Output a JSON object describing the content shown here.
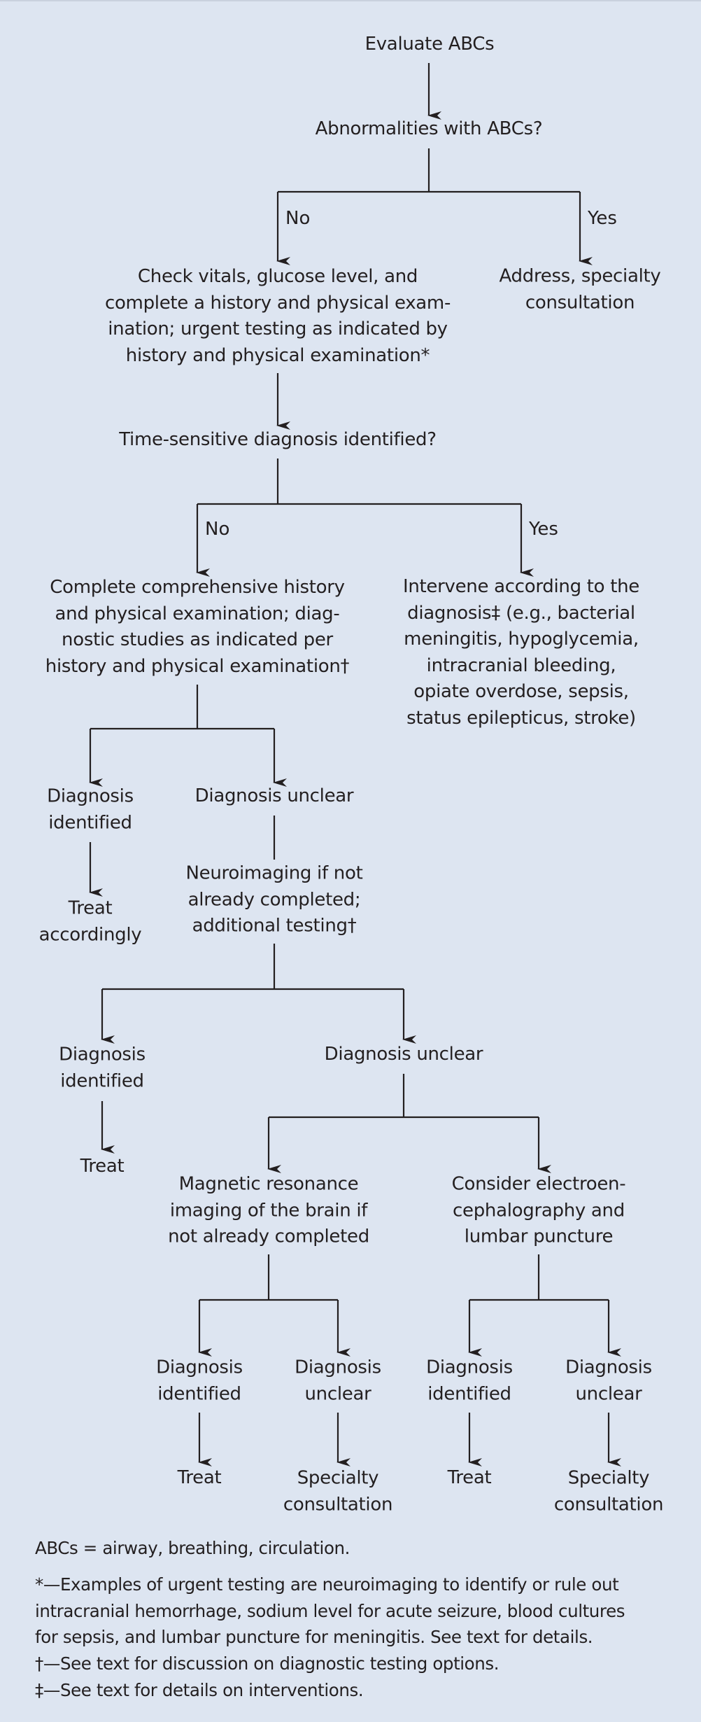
{
  "nodes": {
    "evaluate_abcs": "Evaluate ABCs",
    "abnormalities": "Abnormalities with ABCs?",
    "check_vitals": "Check vitals, glucose level, and\ncomplete a history and physical exam-\nination; urgent testing as indicated by\nhistory and physical examination*",
    "address_consult": "Address, specialty\nconsultation",
    "time_sensitive": "Time-sensitive diagnosis identified?",
    "complete_comprehensive": "Complete comprehensive history\nand physical examination; diag-\nnostic studies as indicated per\nhistory and physical examination†",
    "intervene": "Intervene according to the\ndiagnosis‡ (e.g., bacterial\nmeningitis, hypoglycemia,\nintracranial bleeding,\nopiate overdose, sepsis,\nstatus epilepticus, stroke)",
    "dx_identified_1": "Diagnosis\nidentified",
    "dx_unclear_1": "Diagnosis unclear",
    "treat_accordingly": "Treat\naccordingly",
    "neuroimaging": "Neuroimaging if not\nalready completed;\nadditional testing†",
    "dx_identified_2": "Diagnosis\nidentified",
    "dx_unclear_2": "Diagnosis unclear",
    "treat_2": "Treat",
    "mri": "Magnetic resonance\nimaging of the brain if\nnot already completed",
    "eeg_lp": "Consider electroen-\ncephalography and\nlumbar puncture",
    "dx_identified_3": "Diagnosis\nidentified",
    "dx_unclear_3": "Diagnosis\nunclear",
    "dx_identified_4": "Diagnosis\nidentified",
    "dx_unclear_4": "Diagnosis\nunclear",
    "treat_3": "Treat",
    "specialty_3": "Specialty\nconsultation",
    "treat_4": "Treat",
    "specialty_4": "Specialty\nconsultation"
  },
  "branch_labels": {
    "no": "No",
    "yes": "Yes"
  },
  "footnotes": {
    "abbrev": "ABCs = airway, breathing, circulation.",
    "asterisk": "*—Examples of urgent testing are neuroimaging to identify or rule out\nintracranial hemorrhage, sodium level for acute seizure, blood cultures\nfor sepsis, and lumbar puncture for meningitis. See text for details.",
    "dagger": "†—See text for discussion on diagnostic testing options.",
    "double_dagger": "‡—See text for details on interventions."
  }
}
